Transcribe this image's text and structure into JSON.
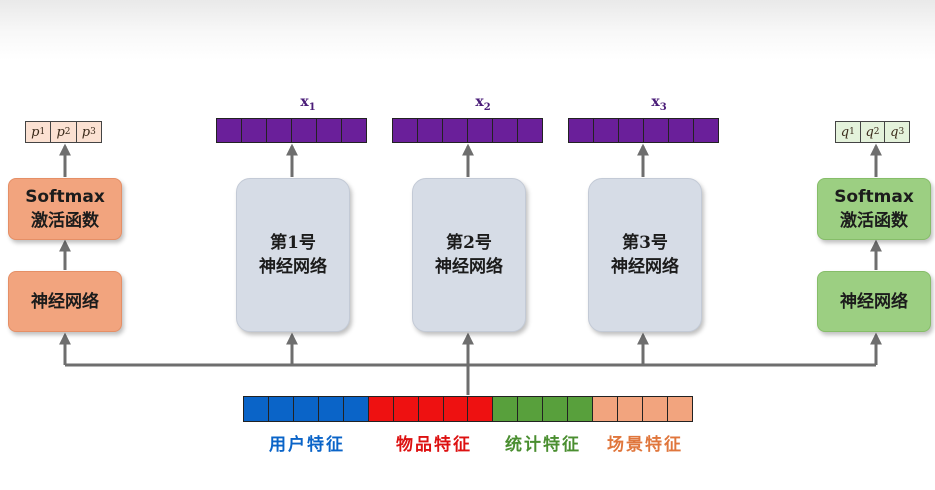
{
  "left_head": {
    "outputs": [
      {
        "sym": "p",
        "sub": "1"
      },
      {
        "sym": "p",
        "sub": "2"
      },
      {
        "sym": "p",
        "sub": "3"
      }
    ],
    "softmax_line1": "Softmax",
    "softmax_line2": "激活函数",
    "net_label": "神经网络",
    "color": "#f2a47e"
  },
  "right_head": {
    "outputs": [
      {
        "sym": "q",
        "sub": "1"
      },
      {
        "sym": "q",
        "sub": "2"
      },
      {
        "sym": "q",
        "sub": "3"
      }
    ],
    "softmax_line1": "Softmax",
    "softmax_line2": "激活函数",
    "net_label": "神经网络",
    "color": "#9ccf82"
  },
  "experts": [
    {
      "line1": "第1号",
      "line2": "神经网络",
      "output_symbol": "x",
      "output_sub": "1"
    },
    {
      "line1": "第2号",
      "line2": "神经网络",
      "output_symbol": "x",
      "output_sub": "2"
    },
    {
      "line1": "第3号",
      "line2": "神经网络",
      "output_symbol": "x",
      "output_sub": "3"
    }
  ],
  "expert_output_color": "#6a1f9a",
  "features": [
    {
      "label": "用户特征",
      "color": "#0a64c8",
      "label_color": "#0a64c8"
    },
    {
      "label": "物品特征",
      "color": "#ee1111",
      "label_color": "#dd1111"
    },
    {
      "label": "统计特征",
      "color": "#58a03c",
      "label_color": "#4a8e30"
    },
    {
      "label": "场景特征",
      "color": "#f2a47e",
      "label_color": "#e0763c"
    }
  ]
}
